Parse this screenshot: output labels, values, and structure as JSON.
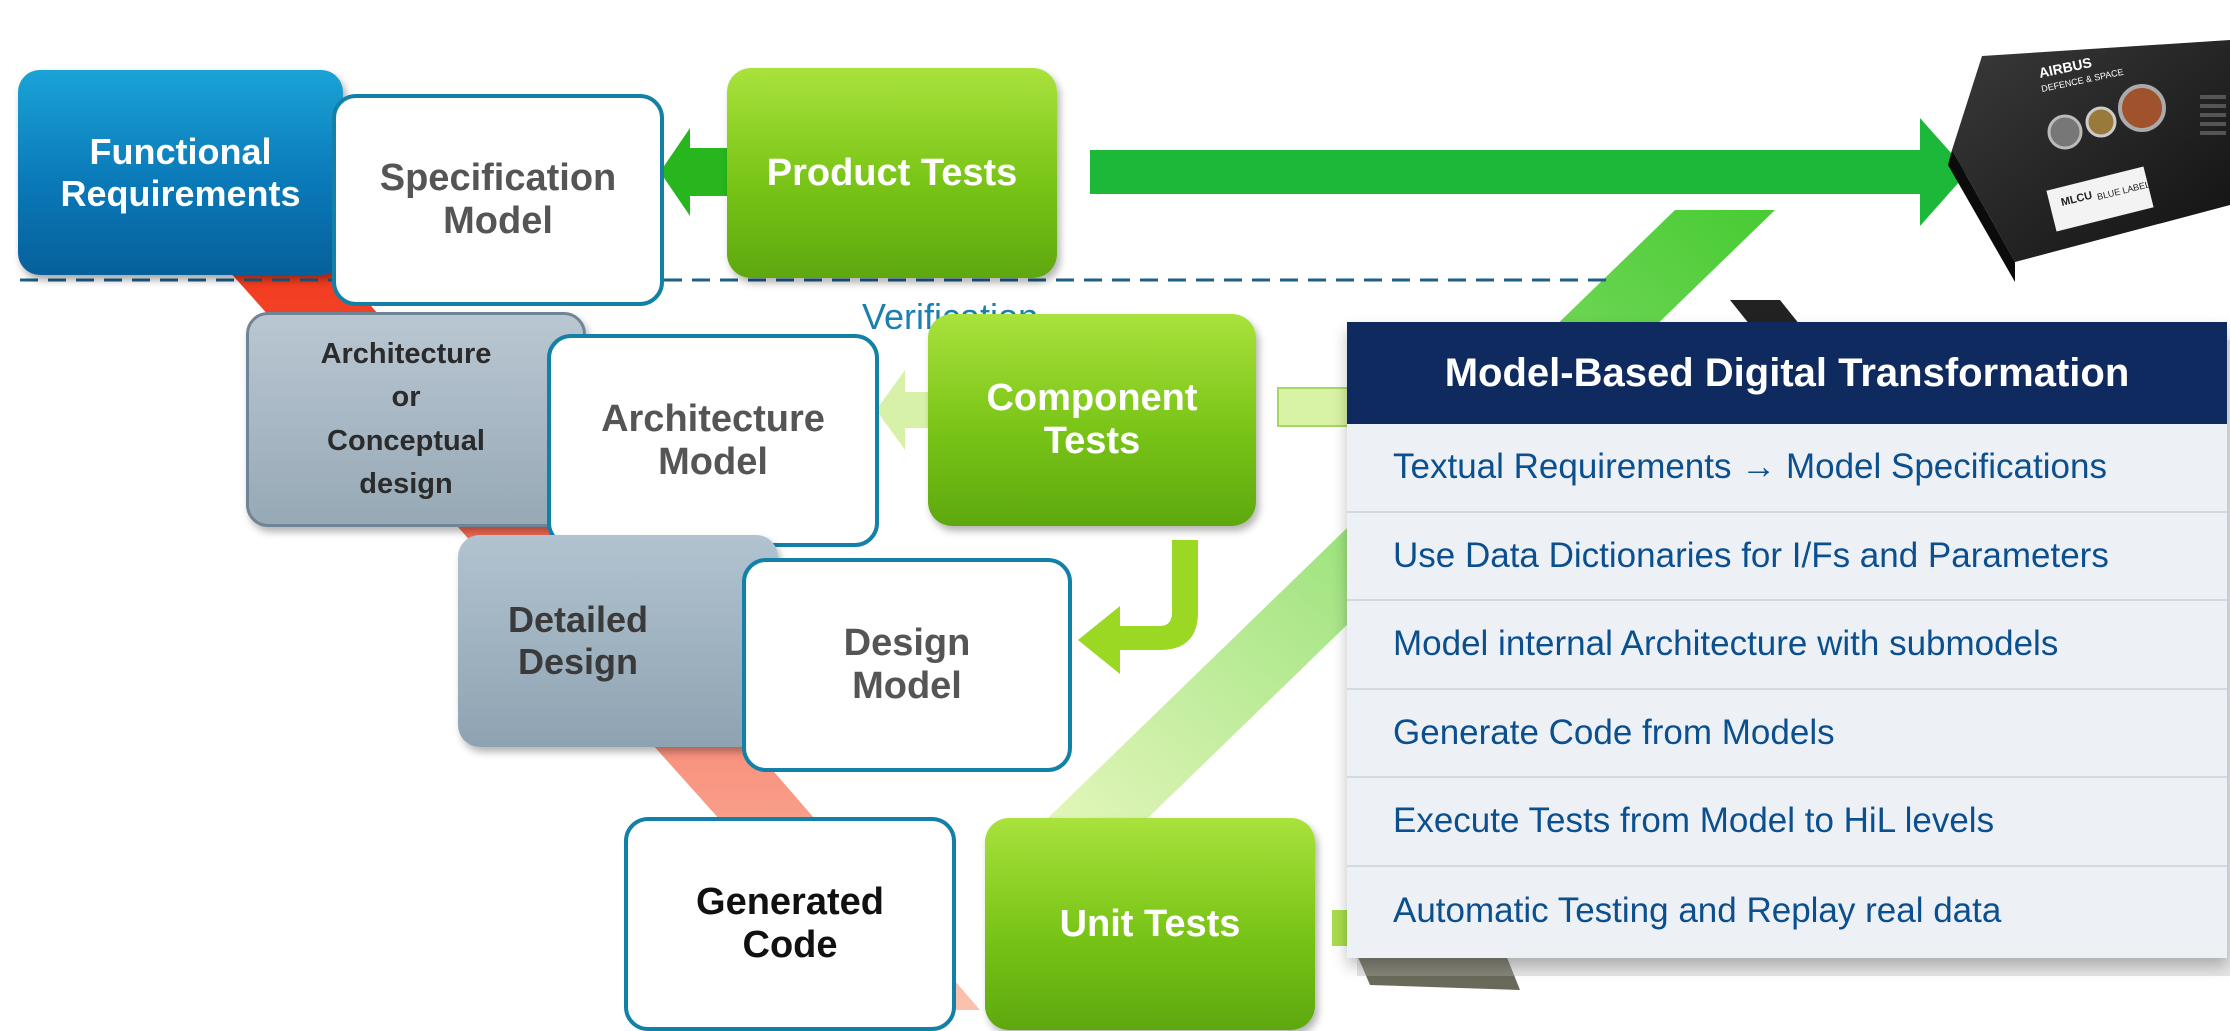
{
  "left_column": {
    "functional_requirements": "Functional\nRequirements",
    "specification_model": "Specification\nModel",
    "architecture_design": "Architecture\nor\nConceptual\ndesign",
    "architecture_model": "Architecture\nModel",
    "detailed_design": "Detailed\nDesign",
    "design_model": "Design\nModel",
    "generated_code": "Generated\nCode"
  },
  "tests": {
    "product": "Product Tests",
    "component": "Component\nTests",
    "unit": "Unit Tests"
  },
  "verification_label": "Verification",
  "device_label": {
    "brand": "AIRBUS",
    "sub": "DEFENCE & SPACE",
    "id": "MLCU",
    "tag": "BLUE LABEL"
  },
  "panel": {
    "title": "Model-Based Digital Transformation",
    "items": [
      "Textual Requirements → Model Specifications",
      "Use Data Dictionaries for I/Fs and Parameters",
      "Model internal Architecture with submodels",
      "Generate Code from Models",
      "Execute Tests from Model to HiL levels",
      "Automatic Testing and Replay real data"
    ]
  },
  "colors": {
    "requirements_blue": "#0a79b8",
    "test_green": "#79c417",
    "model_border": "#1380a8",
    "panel_header": "#0f2a5f",
    "panel_text": "#0b4f8f",
    "v_path": "#f5553c"
  }
}
